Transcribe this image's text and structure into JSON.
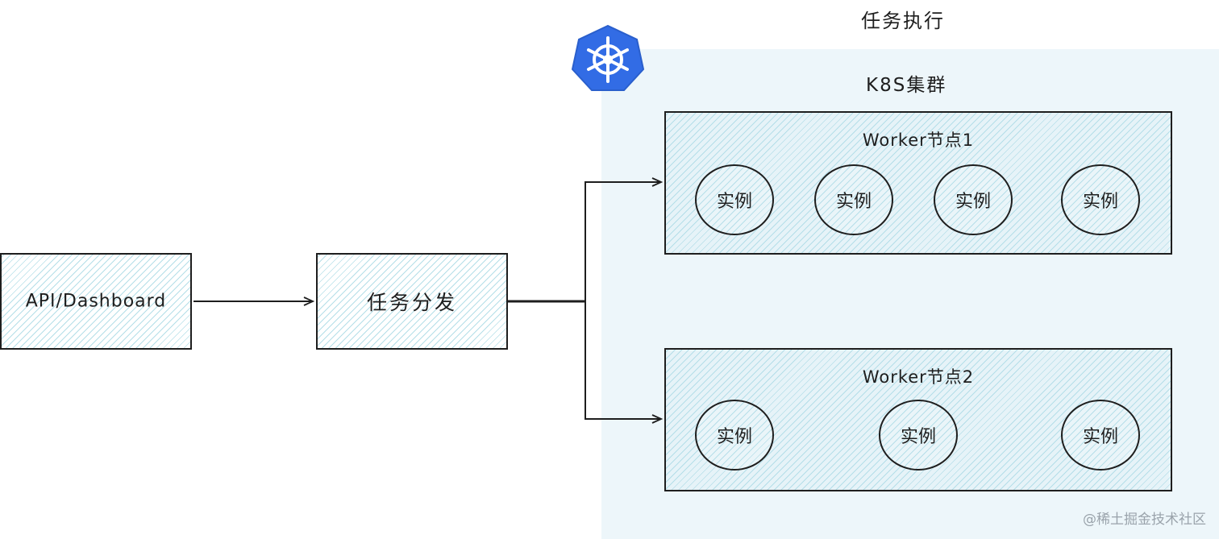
{
  "colors": {
    "cluster_background": "#edf6fa",
    "hatch": "#78c4d6",
    "stroke": "#1e1e1e",
    "k8s_logo": "#326ce5",
    "watermark": "#9aa3ab"
  },
  "header": {
    "title": "任务执行"
  },
  "cluster": {
    "logo_icon": "kubernetes-helm-icon",
    "title": "K8S集群",
    "nodes": [
      {
        "title": "Worker节点1",
        "instances": [
          "实例",
          "实例",
          "实例",
          "实例"
        ]
      },
      {
        "title": "Worker节点2",
        "instances": [
          "实例",
          "实例",
          "实例"
        ]
      }
    ]
  },
  "boxes": {
    "api": "API/Dashboard",
    "dispatch": "任务分发"
  },
  "watermark": "@稀土掘金技术社区"
}
